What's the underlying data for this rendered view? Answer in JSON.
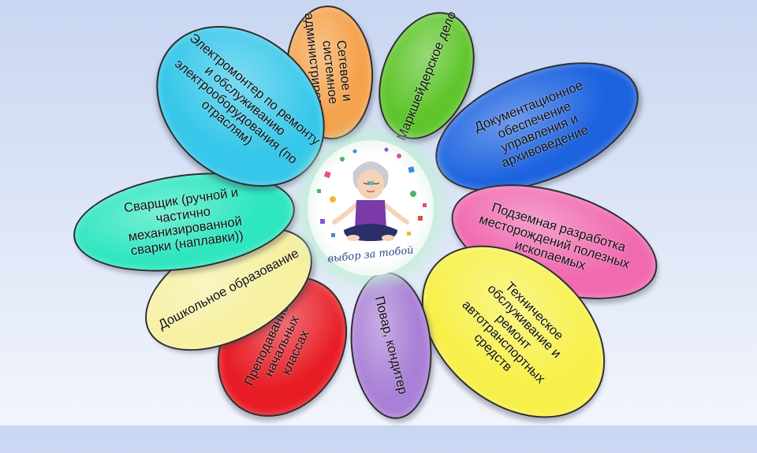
{
  "petals": [
    {
      "id": "network",
      "text": "Сетевое и системное\nадминистрирование",
      "color": "#f5a24c"
    },
    {
      "id": "mine-survey",
      "text": "Маркшейдерское дело",
      "color": "#5fc52c"
    },
    {
      "id": "documentation",
      "text": "Документационное\nобеспечение\nуправления  и\nархивоведение",
      "color": "#1d63df"
    },
    {
      "id": "underground-mining",
      "text": "Подземная разработка\nместорождений полезных\nископаемых",
      "color": "#f06ab0"
    },
    {
      "id": "auto-service",
      "text": "Техническое\nобслуживание и\nремонт\nавтотранспортных\nсредств",
      "color": "#f7f04a"
    },
    {
      "id": "cook",
      "text": "Повар, кондитер",
      "color": "#a980d6"
    },
    {
      "id": "primary-teaching",
      "text": "Преподавание в начальных\nклассах",
      "color": "#e81c25"
    },
    {
      "id": "preschool",
      "text": "Дошкольное образование",
      "color": "#f6f0a0"
    },
    {
      "id": "welder",
      "text": "Сварщик  (ручной  и\nчастично\nмеханизированной\nсварки (наплавки))",
      "color": "#2ee6c0"
    },
    {
      "id": "electrician",
      "text": "Электромонтер по ремонту\nи обслуживанию\nэлектрооборудования (по\nотраслям)",
      "color": "#36c7ea"
    }
  ],
  "center": {
    "tagline": "выбор за тобой"
  }
}
